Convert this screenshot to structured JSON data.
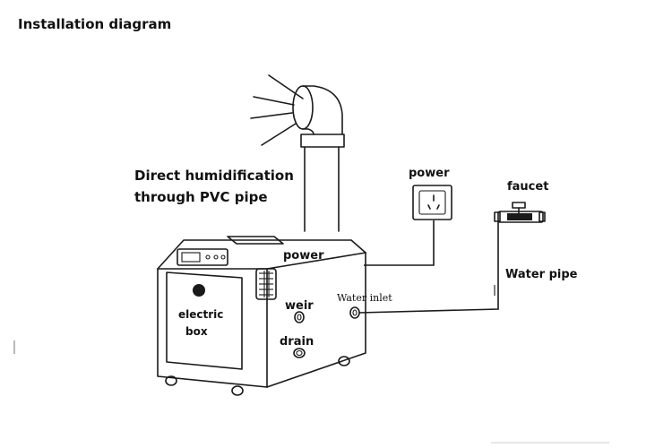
{
  "title": "Installation diagram",
  "labels": {
    "direct_line1": "Direct humidification",
    "direct_line2": "through PVC pipe",
    "power_top": "power",
    "faucet": "faucet",
    "power_side": "power",
    "water_pipe": "Water pipe",
    "weir": "weir",
    "water_inlet": "Water inlet",
    "electric": "electric",
    "box": "box",
    "drain": "drain"
  }
}
